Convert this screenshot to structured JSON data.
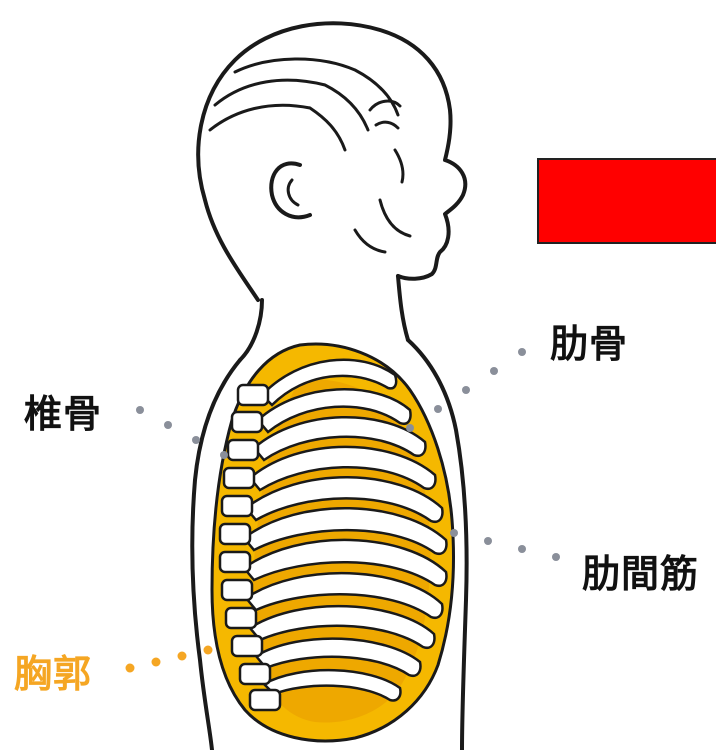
{
  "labels": {
    "rib": "肋骨",
    "vertebra": "椎骨",
    "intercostal_muscle": "肋間筋",
    "thorax": "胸郭"
  },
  "colors": {
    "thorax_label": "#f5a623",
    "thorax_fill": "#f5b800",
    "thorax_dark": "#e89a00",
    "redaction_box": "#ff0000",
    "outline": "#1a1a1a",
    "leader_dots": "#8a8f9a"
  },
  "redaction_box": {
    "color": "#ff0000"
  }
}
